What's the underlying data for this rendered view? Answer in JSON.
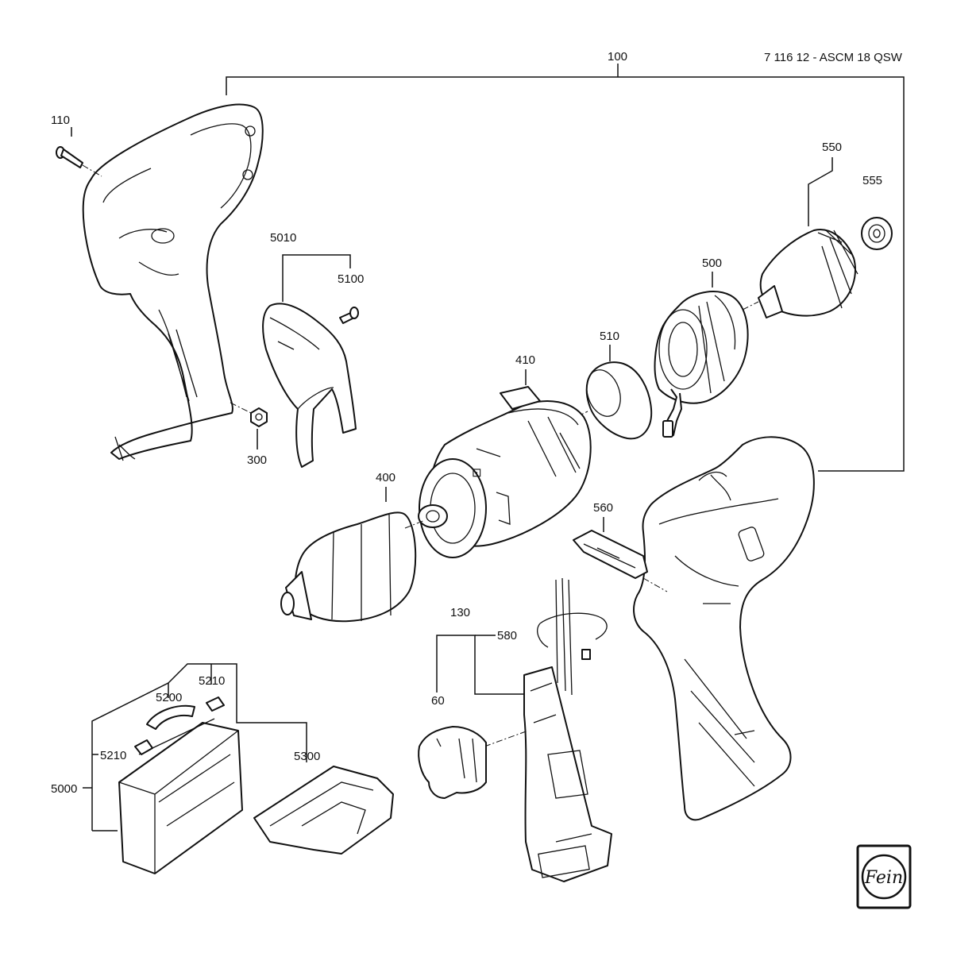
{
  "header": {
    "model_code": "7 116 12 - ASCM 18 QSW"
  },
  "logo": {
    "text": "Fein"
  },
  "callouts": [
    {
      "id": "100",
      "label": "100"
    },
    {
      "id": "110",
      "label": "110"
    },
    {
      "id": "550",
      "label": "550"
    },
    {
      "id": "555",
      "label": "555"
    },
    {
      "id": "5010",
      "label": "5010"
    },
    {
      "id": "5100",
      "label": "5100"
    },
    {
      "id": "500",
      "label": "500"
    },
    {
      "id": "510",
      "label": "510"
    },
    {
      "id": "300",
      "label": "300"
    },
    {
      "id": "410",
      "label": "410"
    },
    {
      "id": "400",
      "label": "400"
    },
    {
      "id": "560",
      "label": "560"
    },
    {
      "id": "130",
      "label": "130"
    },
    {
      "id": "580",
      "label": "580"
    },
    {
      "id": "60",
      "label": "60"
    },
    {
      "id": "5210a",
      "label": "5210"
    },
    {
      "id": "5200",
      "label": "5200"
    },
    {
      "id": "5210b",
      "label": "5210"
    },
    {
      "id": "5300",
      "label": "5300"
    },
    {
      "id": "5000",
      "label": "5000"
    }
  ]
}
